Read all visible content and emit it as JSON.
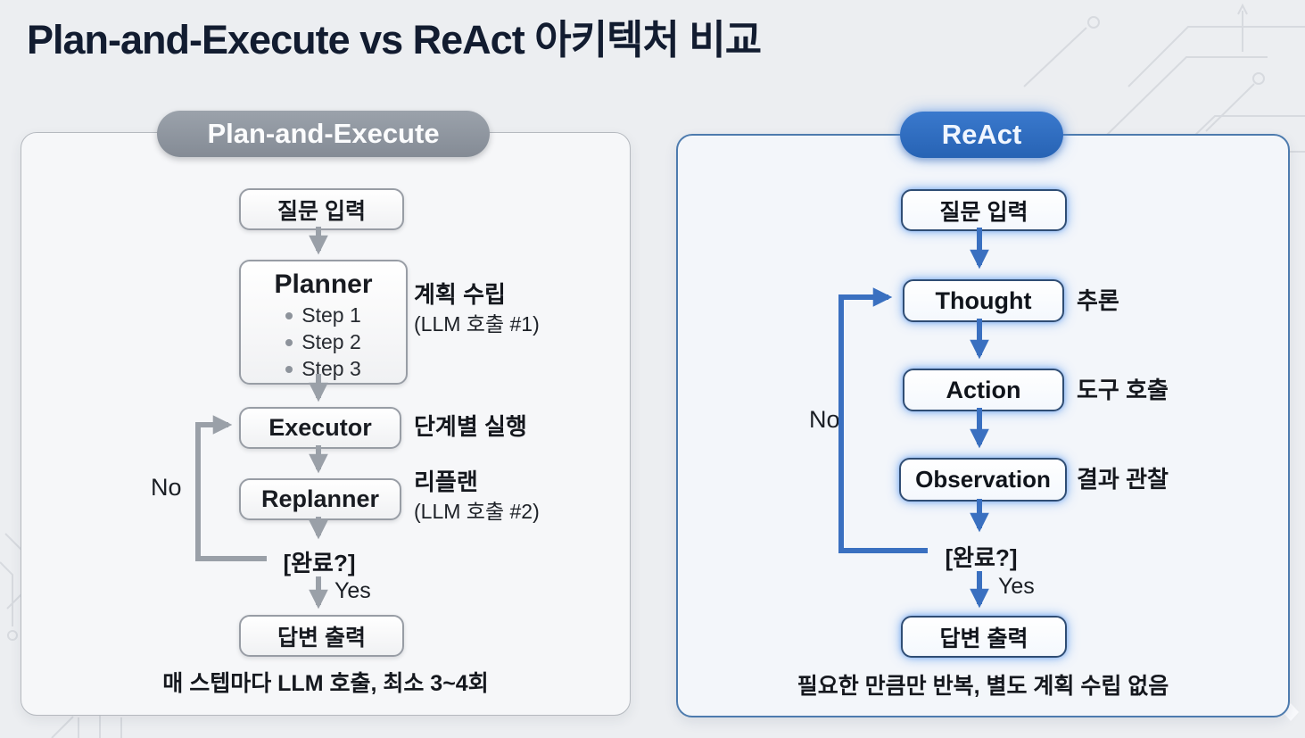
{
  "title": "Plan-and-Execute vs ReAct 아키텍처 비교",
  "colors": {
    "accent_blue": "#2d6cc0",
    "badge_gray": "#8e959e",
    "arrow_gray": "#9aa0a8",
    "arrow_blue": "#3a70c0",
    "panel_border_blue": "#4d7bae"
  },
  "left": {
    "badge": "Plan-and-Execute",
    "input_node": "질문 입력",
    "planner": {
      "title": "Planner",
      "steps": [
        "Step 1",
        "Step 2",
        "Step 3"
      ]
    },
    "planner_note_1": "계획 수립",
    "planner_note_2": "(LLM 호출 #1)",
    "executor": "Executor",
    "executor_note": "단계별 실행",
    "replanner": "Replanner",
    "replanner_note_1": "리플랜",
    "replanner_note_2": "(LLM 호출 #2)",
    "decision": "[완료?]",
    "no": "No",
    "yes": "Yes",
    "output_node": "답변 출력",
    "footer": "매 스텝마다 LLM 호출, 최소 3~4회"
  },
  "right": {
    "badge": "ReAct",
    "input_node": "질문 입력",
    "thought": "Thought",
    "thought_note": "추론",
    "action": "Action",
    "action_note": "도구 호출",
    "observation": "Observation",
    "observation_note": "결과 관찰",
    "decision": "[완료?]",
    "no": "No",
    "yes": "Yes",
    "output_node": "답변 출력",
    "footer": "필요한 만큼만 반복, 별도 계획 수립 없음"
  }
}
